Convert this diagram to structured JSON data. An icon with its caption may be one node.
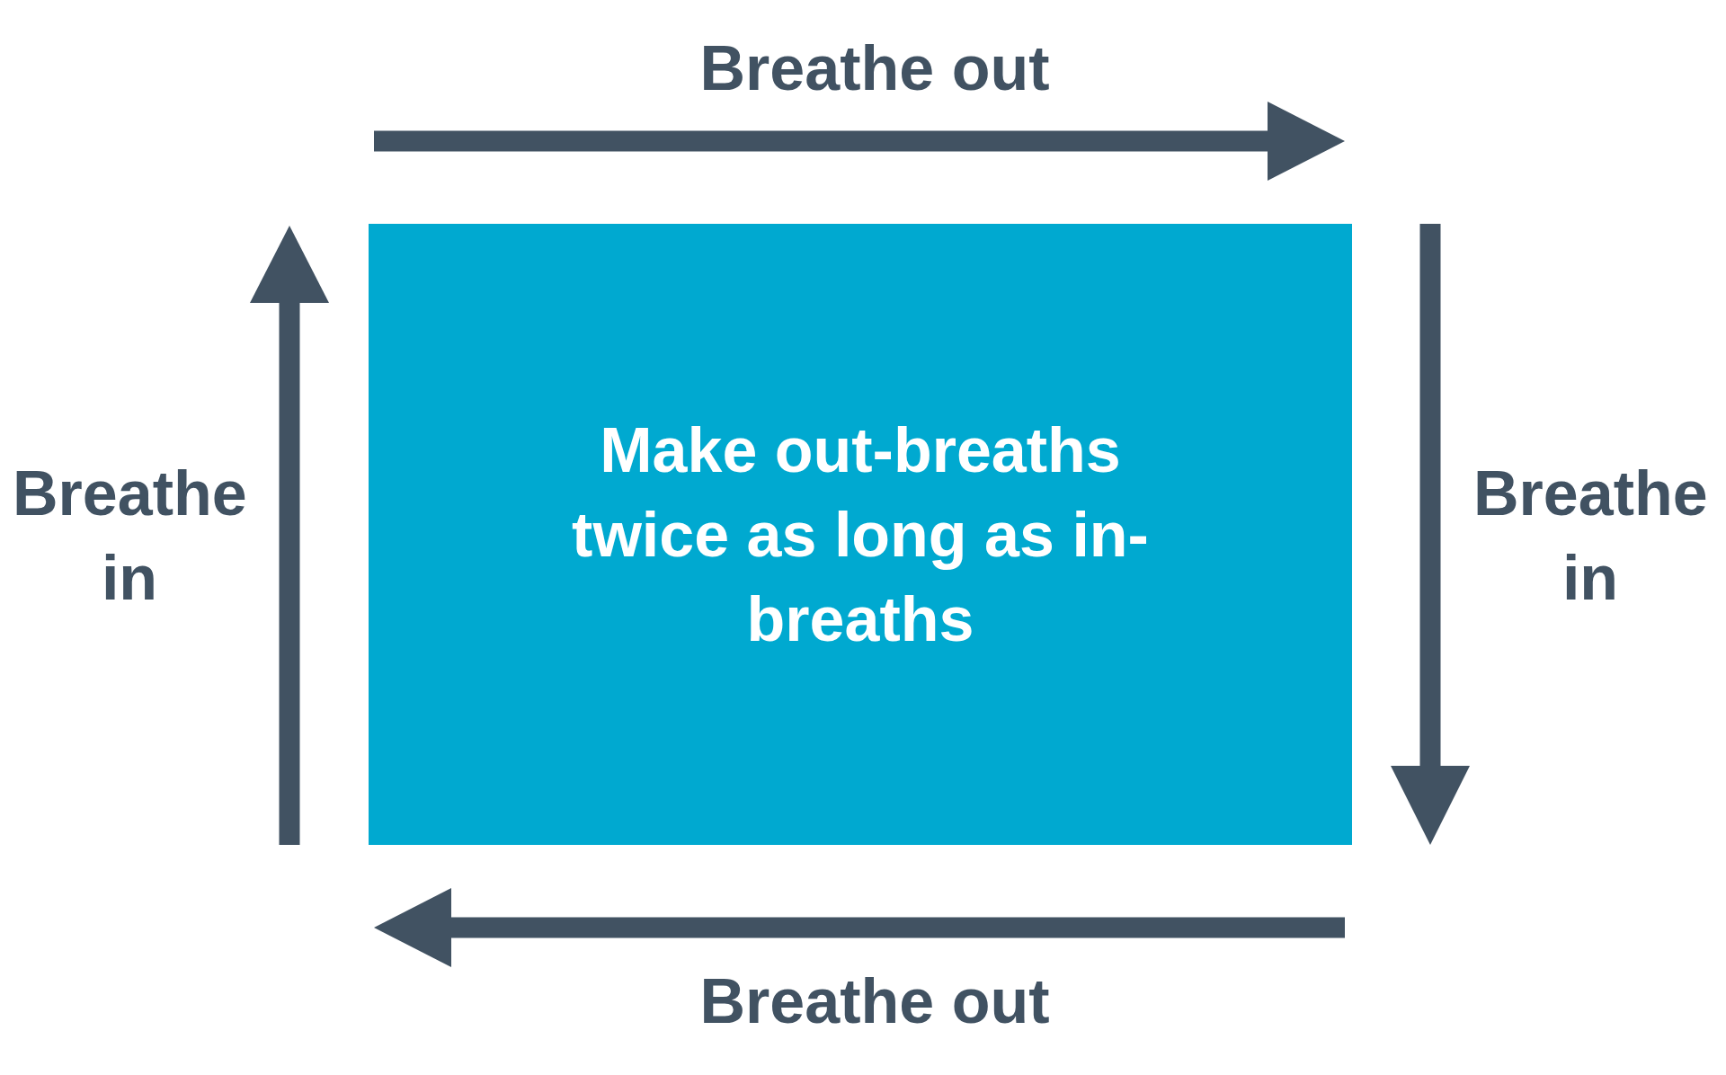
{
  "diagram": {
    "nodes": [
      {
        "text": [
          "Make out-breaths twice as long as in-breaths"
        ]
      }
    ],
    "labels": [
      "Breathe out",
      "Breathe in",
      "Breathe in",
      "Breathe out"
    ]
  }
}
